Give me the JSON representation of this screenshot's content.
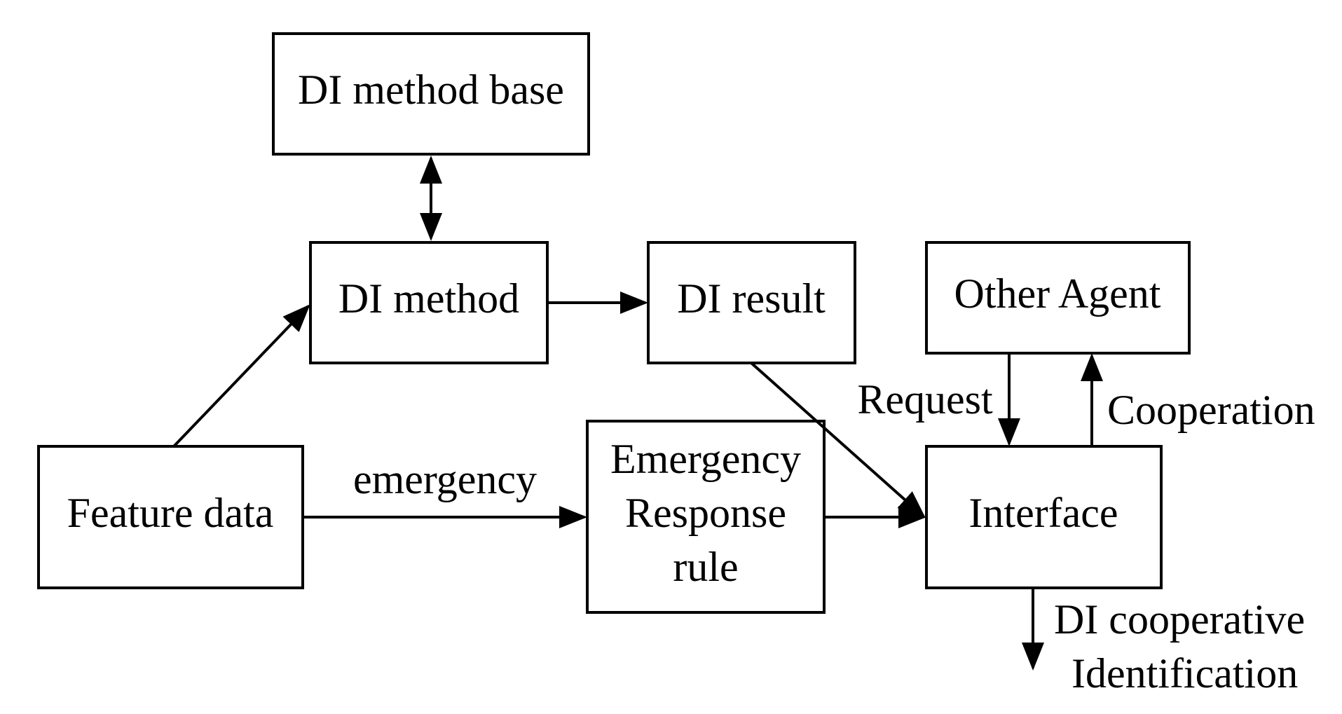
{
  "nodes": {
    "method_base": "DI method base",
    "method": "DI method",
    "result": "DI result",
    "other_agent": "Other Agent",
    "feature_data": "Feature data",
    "emergency_rule": [
      "Emergency",
      "Response",
      "rule"
    ],
    "interface": "Interface"
  },
  "edge_labels": {
    "emergency": "emergency",
    "request": "Request",
    "cooperation": "Cooperation",
    "output": [
      "DI cooperative",
      "Identification"
    ]
  }
}
